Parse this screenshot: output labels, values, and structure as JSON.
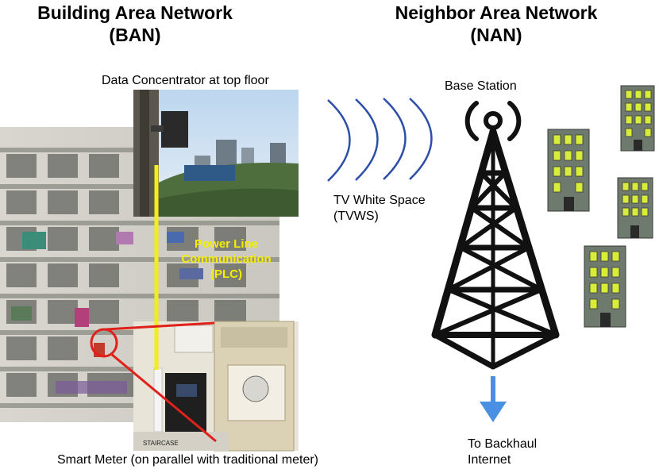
{
  "titles": {
    "ban_line1": "Building Area Network",
    "ban_line2": "(BAN)",
    "nan_line1": "Neighbor Area Network",
    "nan_line2": "(NAN)"
  },
  "labels": {
    "data_concentrator": "Data Concentrator at top floor",
    "plc_line1": "Power Line",
    "plc_line2": "Communication",
    "plc_line3": "(PLC)",
    "tvws_line1": "TV White Space",
    "tvws_line2": "(TVWS)",
    "base_station": "Base Station",
    "smart_meter": "Smart Meter (on parallel with traditional meter)",
    "backhaul_line1": "To Backhaul",
    "backhaul_line2": "Internet",
    "staircase": "STAIRCASE"
  },
  "colors": {
    "plc_line": "#f2ee1a",
    "callout": "#e0201a",
    "radio_waves": "#2c4ea8",
    "backhaul_arrow": "#4a90e2",
    "tower": "#111111",
    "building": "#6f7a6f",
    "window": "#d8ec3a"
  },
  "icons": {
    "tower": "cell-tower-icon",
    "building": "office-building-icon",
    "waves": "radio-waves-icon",
    "arrow": "arrow-down-icon"
  }
}
